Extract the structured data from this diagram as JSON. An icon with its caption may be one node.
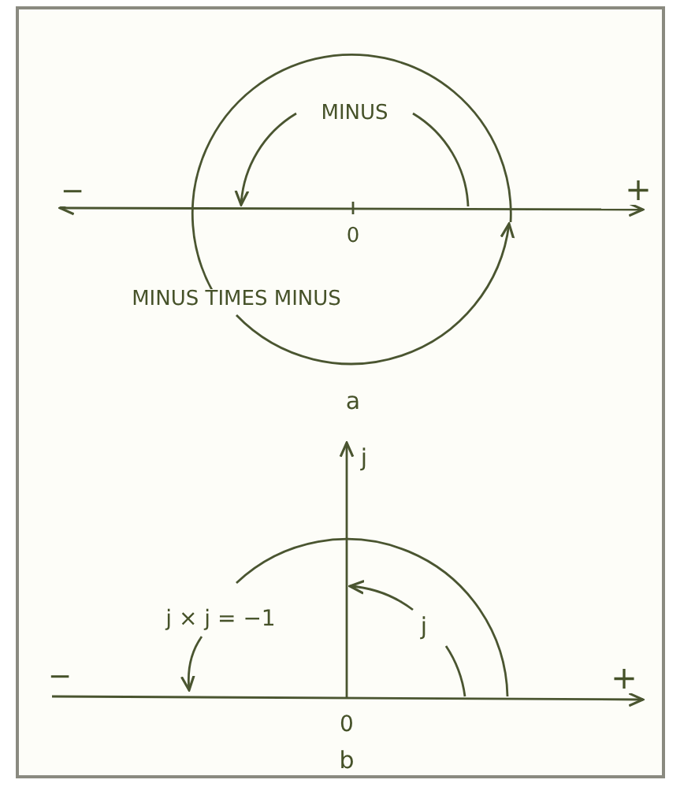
{
  "diagram": {
    "labels": [
      "MINUS",
      "−",
      "+",
      "0",
      "MINUS TIMES MINUS",
      "a",
      "j",
      "j × j = −1",
      "j",
      "−",
      "+",
      "0",
      "b"
    ]
  }
}
